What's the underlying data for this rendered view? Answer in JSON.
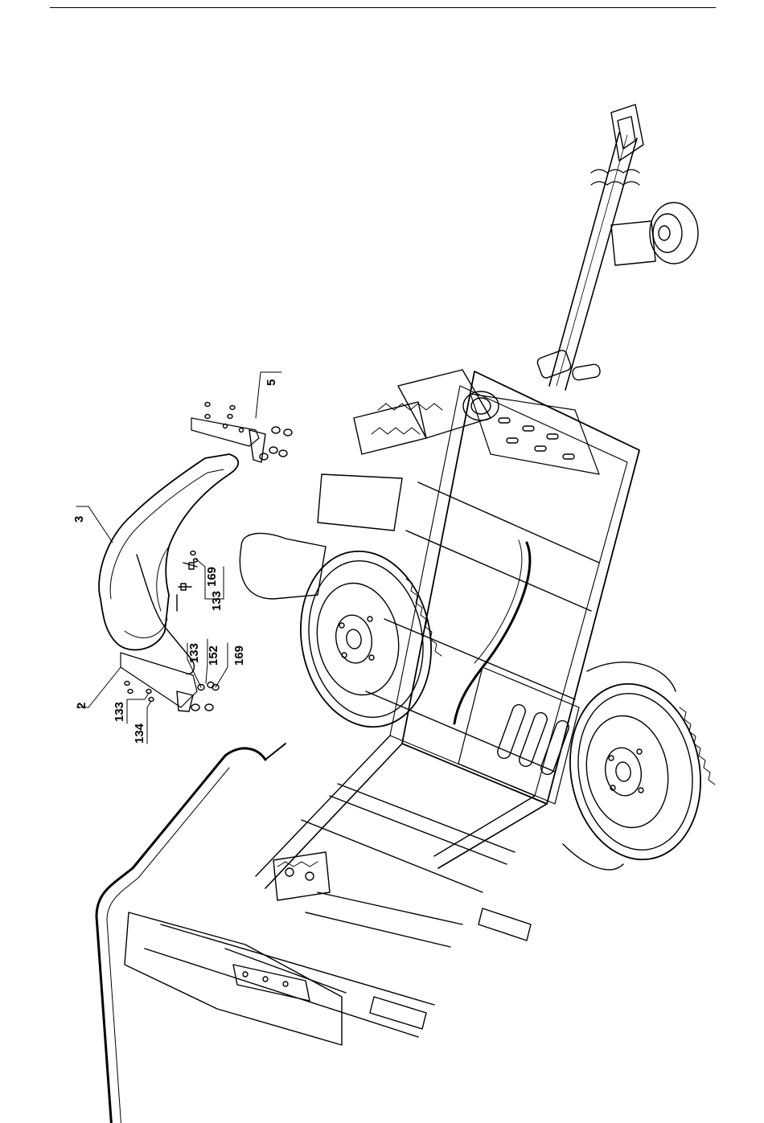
{
  "figure": {
    "callouts": [
      {
        "id": "c5",
        "text": "5"
      },
      {
        "id": "c3",
        "text": "3"
      },
      {
        "id": "c169a",
        "text": "169"
      },
      {
        "id": "c133a",
        "text": "133"
      },
      {
        "id": "c133b",
        "text": "133"
      },
      {
        "id": "c152",
        "text": "152"
      },
      {
        "id": "c169b",
        "text": "169"
      },
      {
        "id": "c2",
        "text": "2"
      },
      {
        "id": "c133c",
        "text": "133"
      },
      {
        "id": "c134",
        "text": "134"
      }
    ]
  }
}
